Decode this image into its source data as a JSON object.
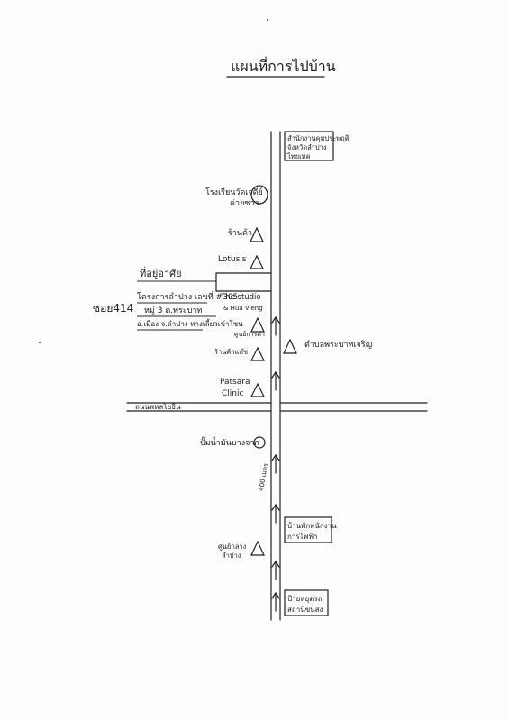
{
  "title": "แผนที่การไปบ้าน",
  "roads": {
    "cross_road_label": "ถนนพหลโยธิน",
    "main_road_label": "400 เมตร"
  },
  "landmarks": {
    "top_right_box": [
      "สำนักงานคุมประพฤติ",
      "จังหวัดลำปาง",
      "ไทยเทค"
    ],
    "school": [
      "โรงเรียนวัดเจดีย์",
      "ค่ายซาว"
    ],
    "shop_1": "ร้านค้า",
    "lotus": "Lotus's",
    "house_label": "ที่อยู่อาศัย",
    "address_lines": [
      "โครงการลำปาง เลขที่ #305",
      "หมู่ 3 ต.พระบาท",
      "อ.เมือง จ.ลำปาง ทางเลี้ยวเข้าโซน"
    ],
    "soi_label": "ซอย414",
    "place_right_1": [
      "The studio",
      "& Hua Vieng"
    ],
    "near_house": "ศูนย์การค้า",
    "shop_2": "ร้านค้าแก๊ซ",
    "right_landmark": "ตำบลพระบาทเจริญ",
    "clinic": [
      "Patsara",
      "Clinic"
    ],
    "bus_stop": "ปั๊มน้ำมันบางจาก",
    "box_mid": [
      "บ้านพักพนักงาน",
      "การไฟฟ้า"
    ],
    "left_bottom": [
      "ศูนย์กลาง",
      "ลำปาง"
    ],
    "box_bottom": [
      "ป้ายหยุดรถ",
      "สถานีขนส่ง"
    ]
  }
}
